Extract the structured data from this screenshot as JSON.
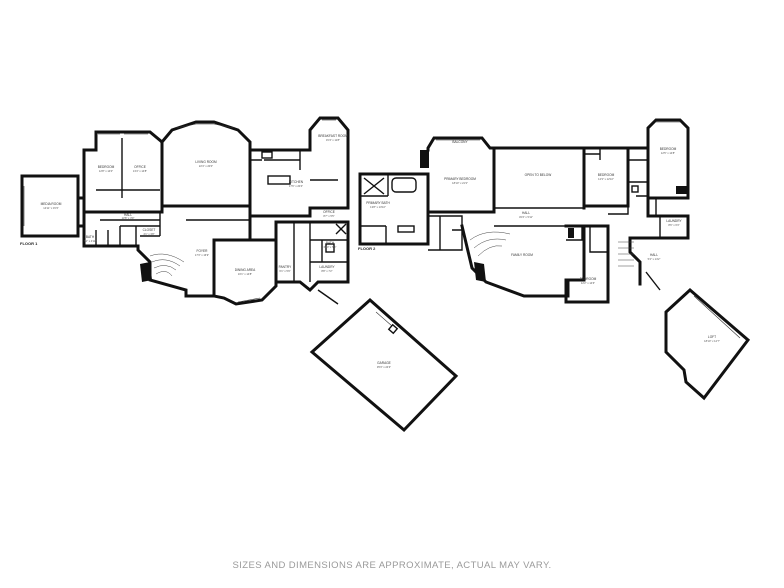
{
  "disclaimer": "SIZES AND DIMENSIONS ARE APPROXIMATE, ACTUAL MAY VARY.",
  "floors": [
    {
      "id": "floor-1",
      "label": "FLOOR 1"
    },
    {
      "id": "floor-2",
      "label": "FLOOR 2"
    }
  ],
  "rooms": {
    "media_room": {
      "name": "MEDIA ROOM",
      "dims": "14'11\" x 15'3\""
    },
    "bedroom_1": {
      "name": "BEDROOM",
      "dims": "12'8\" x 14'0\""
    },
    "office": {
      "name": "OFFICE",
      "dims": "13'4\" x 14'8\""
    },
    "living_room": {
      "name": "LIVING ROOM",
      "dims": "22'4\" x 20'0\""
    },
    "kitchen": {
      "name": "KITCHEN",
      "dims": "17'6\" x 20'4\""
    },
    "breakfast_room": {
      "name": "BREAKFAST ROOM",
      "dims": "15'4\" x 11'8\""
    },
    "hall_1": {
      "name": "HALL",
      "dims": "13'8\" x 3'9\""
    },
    "foyer": {
      "name": "FOYER",
      "dims": "17'3\" x 16'9\""
    },
    "dining_area": {
      "name": "DINING AREA",
      "dims": "16'1\" x 14'8\""
    },
    "bath_1": {
      "name": "BATH",
      "dims": "7'2\" x 4'11\""
    },
    "closet_1": {
      "name": "CLOSET",
      "dims": "4'1\" x 3'8\""
    },
    "pantry": {
      "name": "PANTRY",
      "dims": "6'1\" x 5'9\""
    },
    "office_2": {
      "name": "OFFICE",
      "dims": "8'7\" x 5'5\""
    },
    "laundry_1": {
      "name": "LAUNDRY",
      "dims": "8'8\" x 7'2\""
    },
    "bath_2": {
      "name": "BATH",
      "dims": "6'10\" x 5'4\""
    },
    "garage": {
      "name": "GARAGE",
      "dims": "35'3\" x 24'3\""
    },
    "primary_bath": {
      "name": "PRIMARY BATH",
      "dims": "13'8\" x 13'10\""
    },
    "primary_bedroom": {
      "name": "PRIMARY BEDROOM",
      "dims": "18'10\" x 21'3\""
    },
    "balcony": {
      "name": "BALCONY",
      "dims": ""
    },
    "family_room": {
      "name": "FAMILY ROOM",
      "dims": ""
    },
    "hall_2": {
      "name": "HALL",
      "dims": "33'4\" x 5'11\""
    },
    "bedroom_2": {
      "name": "BEDROOM",
      "dims": "12'3\" x 12'10\""
    },
    "bedroom_3": {
      "name": "BEDROOM",
      "dims": "12'2\" x 14'6\""
    },
    "bedroom_4": {
      "name": "BEDROOM",
      "dims": "12'5\" x 14'8\""
    },
    "laundry_2": {
      "name": "LAUNDRY",
      "dims": "8'6\" x 6'3\""
    },
    "upper_hall": {
      "name": "HALL",
      "dims": "5'4\" x 14'2\""
    },
    "open_to_below": {
      "name": "OPEN TO BELOW",
      "dims": ""
    },
    "loft": {
      "name": "LOFT",
      "dims": "18'10\" x 14'7\""
    }
  }
}
